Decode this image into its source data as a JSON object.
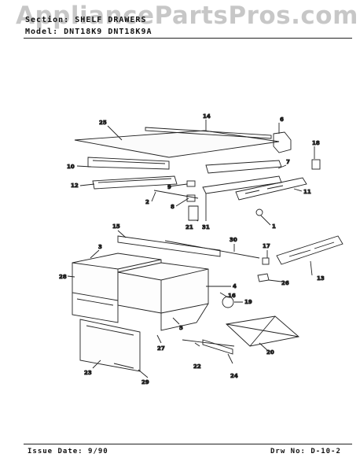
{
  "watermark": "AppliancePartsPros.com",
  "header": {
    "section_label": "Section:",
    "section_value": "SHELF DRAWERS",
    "model_label": "Model:",
    "model_value": "DNT18K9 DNT18K9A"
  },
  "footer": {
    "issue_label": "Issue Date:",
    "issue_value": "9/90",
    "drw_label": "Drw No:",
    "drw_value": "D-10-2"
  },
  "callouts": [
    "14",
    "25",
    "6",
    "18",
    "10",
    "7",
    "9",
    "12",
    "11",
    "2",
    "8",
    "21",
    "31",
    "1",
    "15",
    "30",
    "17",
    "3",
    "13",
    "28",
    "4",
    "16",
    "26",
    "19",
    "5",
    "27",
    "20",
    "22",
    "23",
    "24",
    "29"
  ]
}
